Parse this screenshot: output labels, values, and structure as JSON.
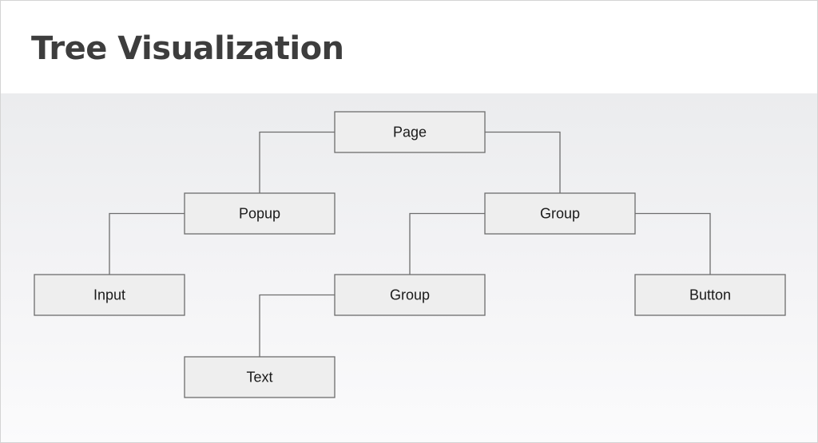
{
  "title": "Tree Visualization",
  "nodes": [
    {
      "id": "page",
      "label": "Page",
      "parent": null
    },
    {
      "id": "popup",
      "label": "Popup",
      "parent": "page"
    },
    {
      "id": "group-1",
      "label": "Group",
      "parent": "page"
    },
    {
      "id": "input",
      "label": "Input",
      "parent": "popup"
    },
    {
      "id": "group-2",
      "label": "Group",
      "parent": "group-1"
    },
    {
      "id": "button",
      "label": "Button",
      "parent": "group-1"
    },
    {
      "id": "text",
      "label": "Text",
      "parent": "group-2"
    }
  ],
  "colors": {
    "node_fill": "#eeeeee",
    "node_border": "#6d6d6d",
    "title_text": "#3d3d3d"
  }
}
